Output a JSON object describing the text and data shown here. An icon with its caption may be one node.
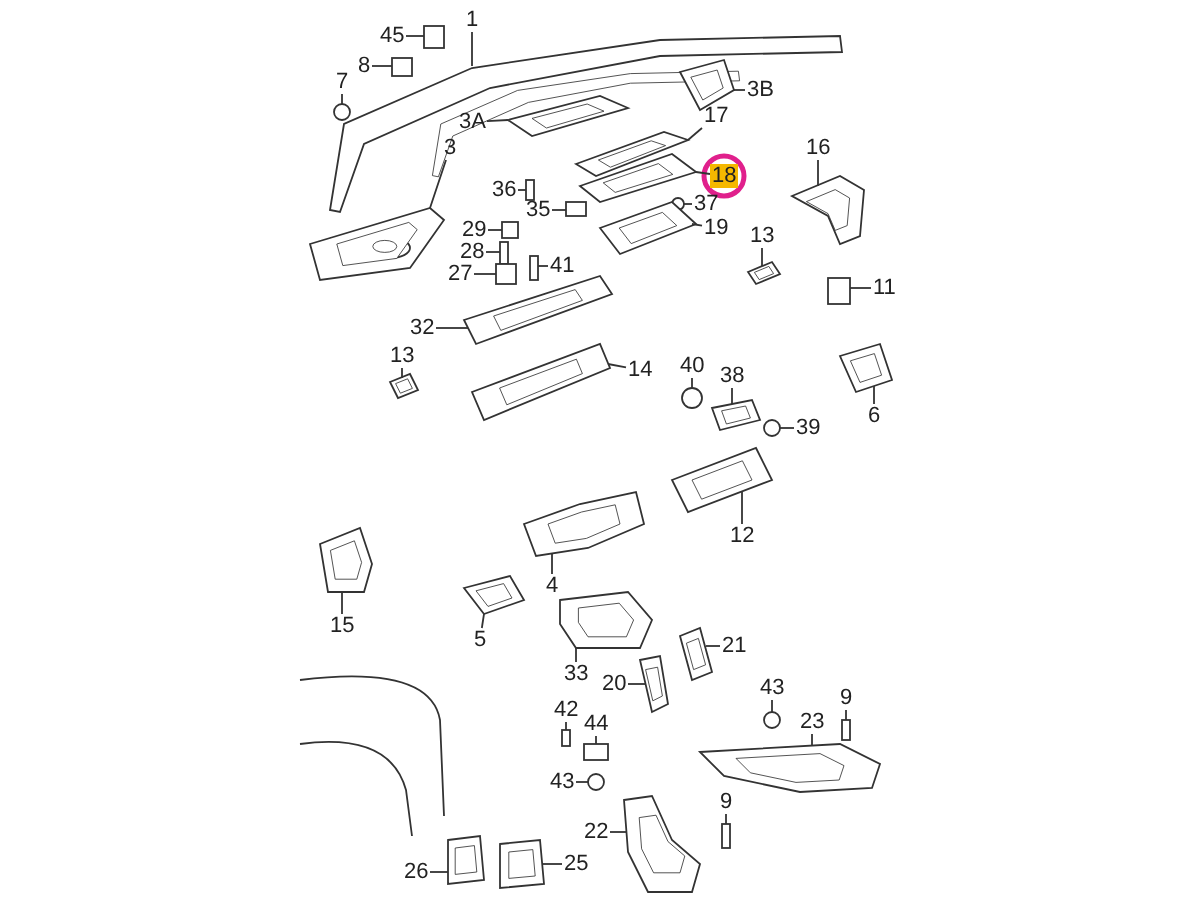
{
  "diagram": {
    "nodes": [
      {
        "text": [
          "1"
        ]
      },
      {
        "text": [],
        "shape": "picture"
      },
      {
        "text": [
          "45"
        ]
      },
      {
        "text": [],
        "shape": "box"
      },
      {
        "text": [
          "8"
        ]
      },
      {
        "text": [],
        "shape": "box"
      },
      {
        "text": [
          "7"
        ]
      },
      {
        "text": [],
        "shape": "circle"
      },
      {
        "text": [
          "3A"
        ]
      },
      {
        "text": [],
        "shape": "picture"
      },
      {
        "text": [
          "3B"
        ]
      },
      {
        "text": [],
        "shape": "picture"
      },
      {
        "text": [
          "3"
        ]
      },
      {
        "text": [],
        "shape": "picture"
      },
      {
        "text": [
          "17"
        ]
      },
      {
        "text": [],
        "shape": "picture"
      },
      {
        "text": [
          "18"
        ]
      },
      {
        "text": [],
        "shape": "picture"
      },
      {
        "text": [
          "16"
        ]
      },
      {
        "text": [],
        "shape": "picture"
      },
      {
        "text": [
          "36"
        ]
      },
      {
        "text": [],
        "shape": "box"
      },
      {
        "text": [
          "37"
        ]
      },
      {
        "text": [],
        "shape": "circle"
      },
      {
        "text": [
          "35"
        ]
      },
      {
        "text": [],
        "shape": "box"
      },
      {
        "text": [
          "19"
        ]
      },
      {
        "text": [],
        "shape": "picture"
      },
      {
        "text": [
          "29"
        ]
      },
      {
        "text": [],
        "shape": "box"
      },
      {
        "text": [
          "28"
        ]
      },
      {
        "text": [],
        "shape": "box"
      },
      {
        "text": [
          "13"
        ]
      },
      {
        "text": [],
        "shape": "picture"
      },
      {
        "text": [
          "41"
        ]
      },
      {
        "text": [],
        "shape": "box"
      },
      {
        "text": [
          "27"
        ]
      },
      {
        "text": [],
        "shape": "box"
      },
      {
        "text": [
          "11"
        ]
      },
      {
        "text": [],
        "shape": "box"
      },
      {
        "text": [
          "32"
        ]
      },
      {
        "text": [],
        "shape": "picture"
      },
      {
        "text": [
          "13"
        ]
      },
      {
        "text": [],
        "shape": "picture"
      },
      {
        "text": [
          "14"
        ]
      },
      {
        "text": [],
        "shape": "picture"
      },
      {
        "text": [
          "40"
        ]
      },
      {
        "text": [],
        "shape": "circle"
      },
      {
        "text": [
          "38"
        ]
      },
      {
        "text": [],
        "shape": "picture"
      },
      {
        "text": [
          "39"
        ]
      },
      {
        "text": [],
        "shape": "circle"
      },
      {
        "text": [
          "6"
        ]
      },
      {
        "text": [],
        "shape": "picture"
      },
      {
        "text": [
          "12"
        ]
      },
      {
        "text": [],
        "shape": "picture"
      },
      {
        "text": [
          "4"
        ]
      },
      {
        "text": [],
        "shape": "picture"
      },
      {
        "text": [
          "15"
        ]
      },
      {
        "text": [],
        "shape": "picture"
      },
      {
        "text": [
          "5"
        ]
      },
      {
        "text": [],
        "shape": "picture"
      },
      {
        "text": [
          "21"
        ]
      },
      {
        "text": [],
        "shape": "picture"
      },
      {
        "text": [
          "33"
        ]
      },
      {
        "text": [],
        "shape": "picture"
      },
      {
        "text": [
          "43"
        ]
      },
      {
        "text": [],
        "shape": "circle"
      },
      {
        "text": [
          "9"
        ]
      },
      {
        "text": [],
        "shape": "box"
      },
      {
        "text": [
          "20"
        ]
      },
      {
        "text": [],
        "shape": "picture"
      },
      {
        "text": [
          "23"
        ]
      },
      {
        "text": [],
        "shape": "picture"
      },
      {
        "text": [
          "42"
        ]
      },
      {
        "text": [],
        "shape": "box"
      },
      {
        "text": [
          "44"
        ]
      },
      {
        "text": [],
        "shape": "box"
      },
      {
        "text": [
          "43"
        ]
      },
      {
        "text": [],
        "shape": "circle"
      },
      {
        "text": [
          "9"
        ]
      },
      {
        "text": [],
        "shape": "box"
      },
      {
        "text": [
          "22"
        ]
      },
      {
        "text": [],
        "shape": "picture"
      },
      {
        "text": [
          "26"
        ]
      },
      {
        "text": [],
        "shape": "picture"
      },
      {
        "text": [
          "25"
        ]
      },
      {
        "text": [],
        "shape": "picture"
      }
    ],
    "edges": [
      {
        "from": 0,
        "to": 1,
        "arrow": "none"
      },
      {
        "from": 2,
        "to": 3,
        "arrow": "none"
      },
      {
        "from": 4,
        "to": 5,
        "arrow": "none"
      },
      {
        "from": 6,
        "to": 7,
        "arrow": "none"
      },
      {
        "from": 8,
        "to": 9,
        "arrow": "none"
      },
      {
        "from": 10,
        "to": 11,
        "arrow": "none"
      },
      {
        "from": 12,
        "to": 13,
        "arrow": "none"
      },
      {
        "from": 14,
        "to": 15,
        "arrow": "none"
      },
      {
        "from": 16,
        "to": 17,
        "arrow": "none"
      },
      {
        "from": 18,
        "to": 19,
        "arrow": "none"
      },
      {
        "from": 20,
        "to": 21,
        "arrow": "none"
      },
      {
        "from": 22,
        "to": 23,
        "arrow": "none"
      },
      {
        "from": 24,
        "to": 25,
        "arrow": "none"
      },
      {
        "from": 26,
        "to": 27,
        "arrow": "none"
      },
      {
        "from": 28,
        "to": 29,
        "arrow": "none"
      },
      {
        "from": 30,
        "to": 31,
        "arrow": "none"
      },
      {
        "from": 32,
        "to": 33,
        "arrow": "none"
      },
      {
        "from": 34,
        "to": 35,
        "arrow": "none"
      },
      {
        "from": 36,
        "to": 37,
        "arrow": "none"
      },
      {
        "from": 38,
        "to": 39,
        "arrow": "none"
      },
      {
        "from": 40,
        "to": 41,
        "arrow": "none"
      },
      {
        "from": 42,
        "to": 43,
        "arrow": "none"
      },
      {
        "from": 44,
        "to": 45,
        "arrow": "none"
      },
      {
        "from": 46,
        "to": 47,
        "arrow": "none"
      },
      {
        "from": 48,
        "to": 49,
        "arrow": "none"
      },
      {
        "from": 50,
        "to": 51,
        "arrow": "none"
      },
      {
        "from": 52,
        "to": 53,
        "arrow": "none"
      },
      {
        "from": 54,
        "to": 55,
        "arrow": "none"
      },
      {
        "from": 56,
        "to": 57,
        "arrow": "none"
      },
      {
        "from": 58,
        "to": 59,
        "arrow": "none"
      },
      {
        "from": 60,
        "to": 61,
        "arrow": "none"
      },
      {
        "from": 62,
        "to": 63,
        "arrow": "none"
      },
      {
        "from": 64,
        "to": 65,
        "arrow": "none"
      },
      {
        "from": 66,
        "to": 67,
        "arrow": "none"
      },
      {
        "from": 68,
        "to": 69,
        "arrow": "none"
      },
      {
        "from": 70,
        "to": 71,
        "arrow": "none"
      },
      {
        "from": 72,
        "to": 73,
        "arrow": "none"
      },
      {
        "from": 74,
        "to": 75,
        "arrow": "none"
      },
      {
        "from": 76,
        "to": 77,
        "arrow": "none"
      },
      {
        "from": 78,
        "to": 79,
        "arrow": "none"
      },
      {
        "from": 80,
        "to": 81,
        "arrow": "none"
      },
      {
        "from": 82,
        "to": 83,
        "arrow": "none"
      },
      {
        "from": 84,
        "to": 85,
        "arrow": "none"
      },
      {
        "from": 86,
        "to": 87,
        "arrow": "none"
      }
    ]
  }
}
